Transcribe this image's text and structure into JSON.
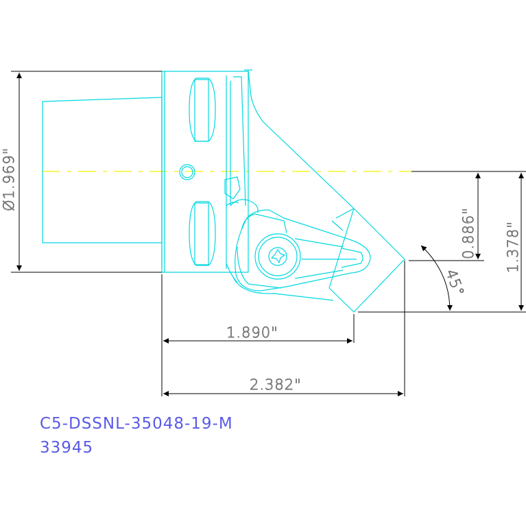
{
  "drawing": {
    "part_number": "C5-DSSNL-35048-19-M",
    "catalog_number": "33945",
    "colors": {
      "outline": "#00d8e0",
      "dimension": "#000000",
      "centerline": "#f2f200",
      "dimension_text": "#606060",
      "label_text": "#5a5ae6"
    }
  },
  "dimensions": {
    "diameter": "Ø1.969\"",
    "length_to_insert_tip": "1.890\"",
    "overall_length": "2.382\"",
    "center_offset": "0.886\"",
    "overall_offset": "1.378\"",
    "lead_angle": "45°"
  }
}
